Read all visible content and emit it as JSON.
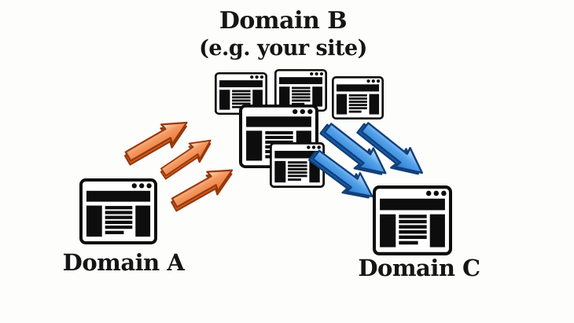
{
  "diagram": {
    "domain_b": {
      "title": "Domain B",
      "subtitle": "(e.g. your site)"
    },
    "domain_a": {
      "label": "Domain A"
    },
    "domain_c": {
      "label": "Domain C"
    },
    "icons": {
      "browser_window": "browser-window-icon",
      "orange_arrow": "inbound-link-arrow-icon",
      "blue_arrow": "outbound-link-arrow-icon"
    },
    "colors": {
      "background": "#fdfdfc",
      "text": "#151515",
      "icon_black": "#0d0d0d",
      "window_fill": "#ffffff",
      "orange": {
        "light": "#fce4cd",
        "mid": "#f49a62",
        "deep": "#ec7434",
        "side": "#cf5d20",
        "outline": "#96390d"
      },
      "blue": {
        "light": "#cfe6fa",
        "mid": "#55a2e9",
        "deep": "#1f7ad6",
        "side": "#1360ae",
        "outline": "#123f78"
      }
    }
  }
}
